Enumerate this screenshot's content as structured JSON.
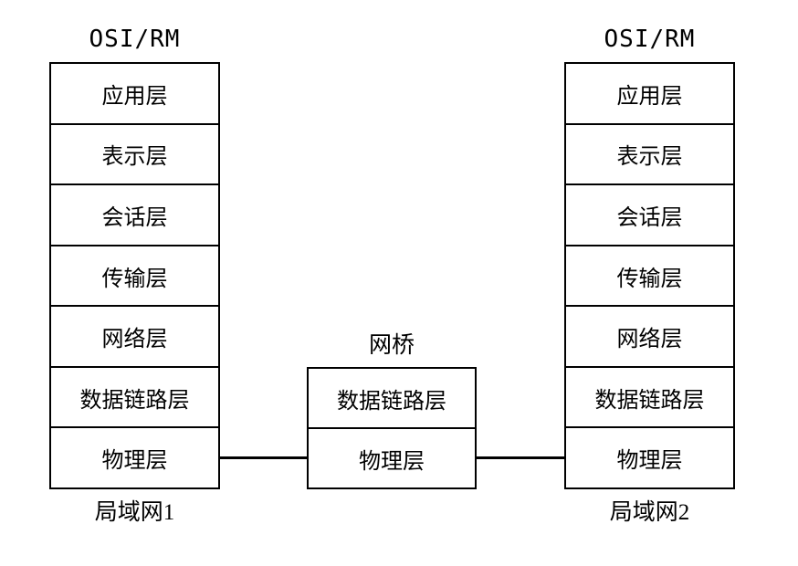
{
  "diagram": {
    "background_color": "#ffffff",
    "line_color": "#000000",
    "left_stack": {
      "title": "OSI/RM",
      "layers": [
        "应用层",
        "表示层",
        "会话层",
        "传输层",
        "网络层",
        "数据链路层",
        "物理层"
      ],
      "caption": "局域网1"
    },
    "bridge": {
      "title": "网桥",
      "layers": [
        "数据链路层",
        "物理层"
      ]
    },
    "right_stack": {
      "title": "OSI/RM",
      "layers": [
        "应用层",
        "表示层",
        "会话层",
        "传输层",
        "网络层",
        "数据链路层",
        "物理层"
      ],
      "caption": "局域网2"
    }
  }
}
